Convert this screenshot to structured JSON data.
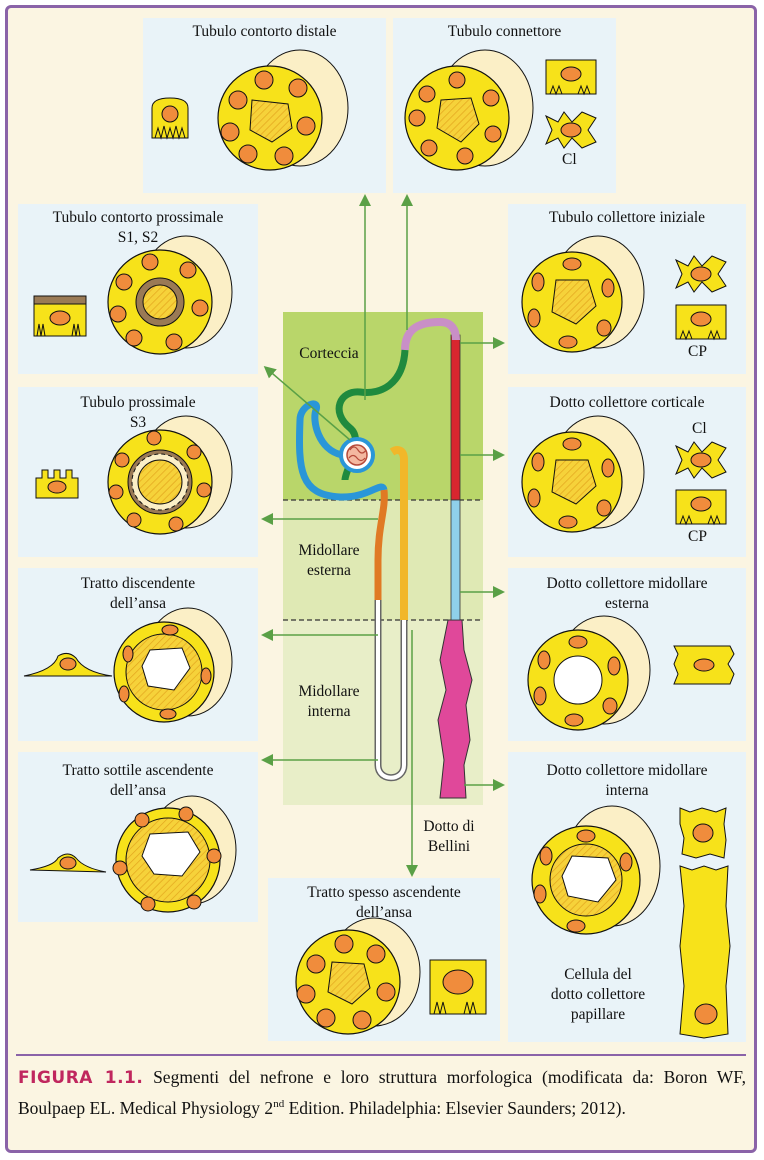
{
  "panels": {
    "dct": "Tubulo contorto distale",
    "conn": "Tubulo connettore",
    "pct_line1": "Tubulo contorto prossimale",
    "pct_line2": "S1, S2",
    "ict": "Tubulo collettore iniziale",
    "s3_line1": "Tubulo prossimale",
    "s3_line2": "S3",
    "ccd": "Dotto collettore corticale",
    "tdl_line1": "Tratto discendente",
    "tdl_line2": "dell’ansa",
    "omcd_line1": "Dotto collettore midollare",
    "omcd_line2": "esterna",
    "tal_thin_line1": "Tratto sottile ascendente",
    "tal_thin_line2": "dell’ansa",
    "imcd_line1": "Dotto collettore midollare",
    "imcd_line2": "interna",
    "tal_thick_line1": "Tratto spesso ascendente",
    "tal_thick_line2": "dell’ansa",
    "papillary_line1": "Cellula del",
    "papillary_line2": "dotto collettore",
    "papillary_line3": "papillare"
  },
  "cell_labels": {
    "cl": "Cl",
    "cp": "CP"
  },
  "zones": {
    "cortex": "Corteccia",
    "outer_line1": "Midollare",
    "outer_line2": "esterna",
    "inner_line1": "Midollare",
    "inner_line2": "interna",
    "bellini_line1": "Dotto di",
    "bellini_line2": "Bellini"
  },
  "caption": {
    "figure_label": "FIGURA 1.1.",
    "text_before_sup": " Segmenti del nefrone e loro struttura morfologica (modificata da: Boron WF, Boulpaep EL. Medical Physiology 2",
    "sup": "nd",
    "text_after_sup": " Edition. Philadelphia: Elsevier Saunders; 2012)."
  },
  "colors": {
    "frame": "#8a63a8",
    "panel": "#e9f3f8",
    "cortex": "#b9d66a",
    "medulla": "#dfe9b4",
    "cell_fill": "#f7e21a",
    "nucleus": "#f08c3c",
    "arrow": "#5aa046",
    "figure_label": "#c0275e"
  }
}
